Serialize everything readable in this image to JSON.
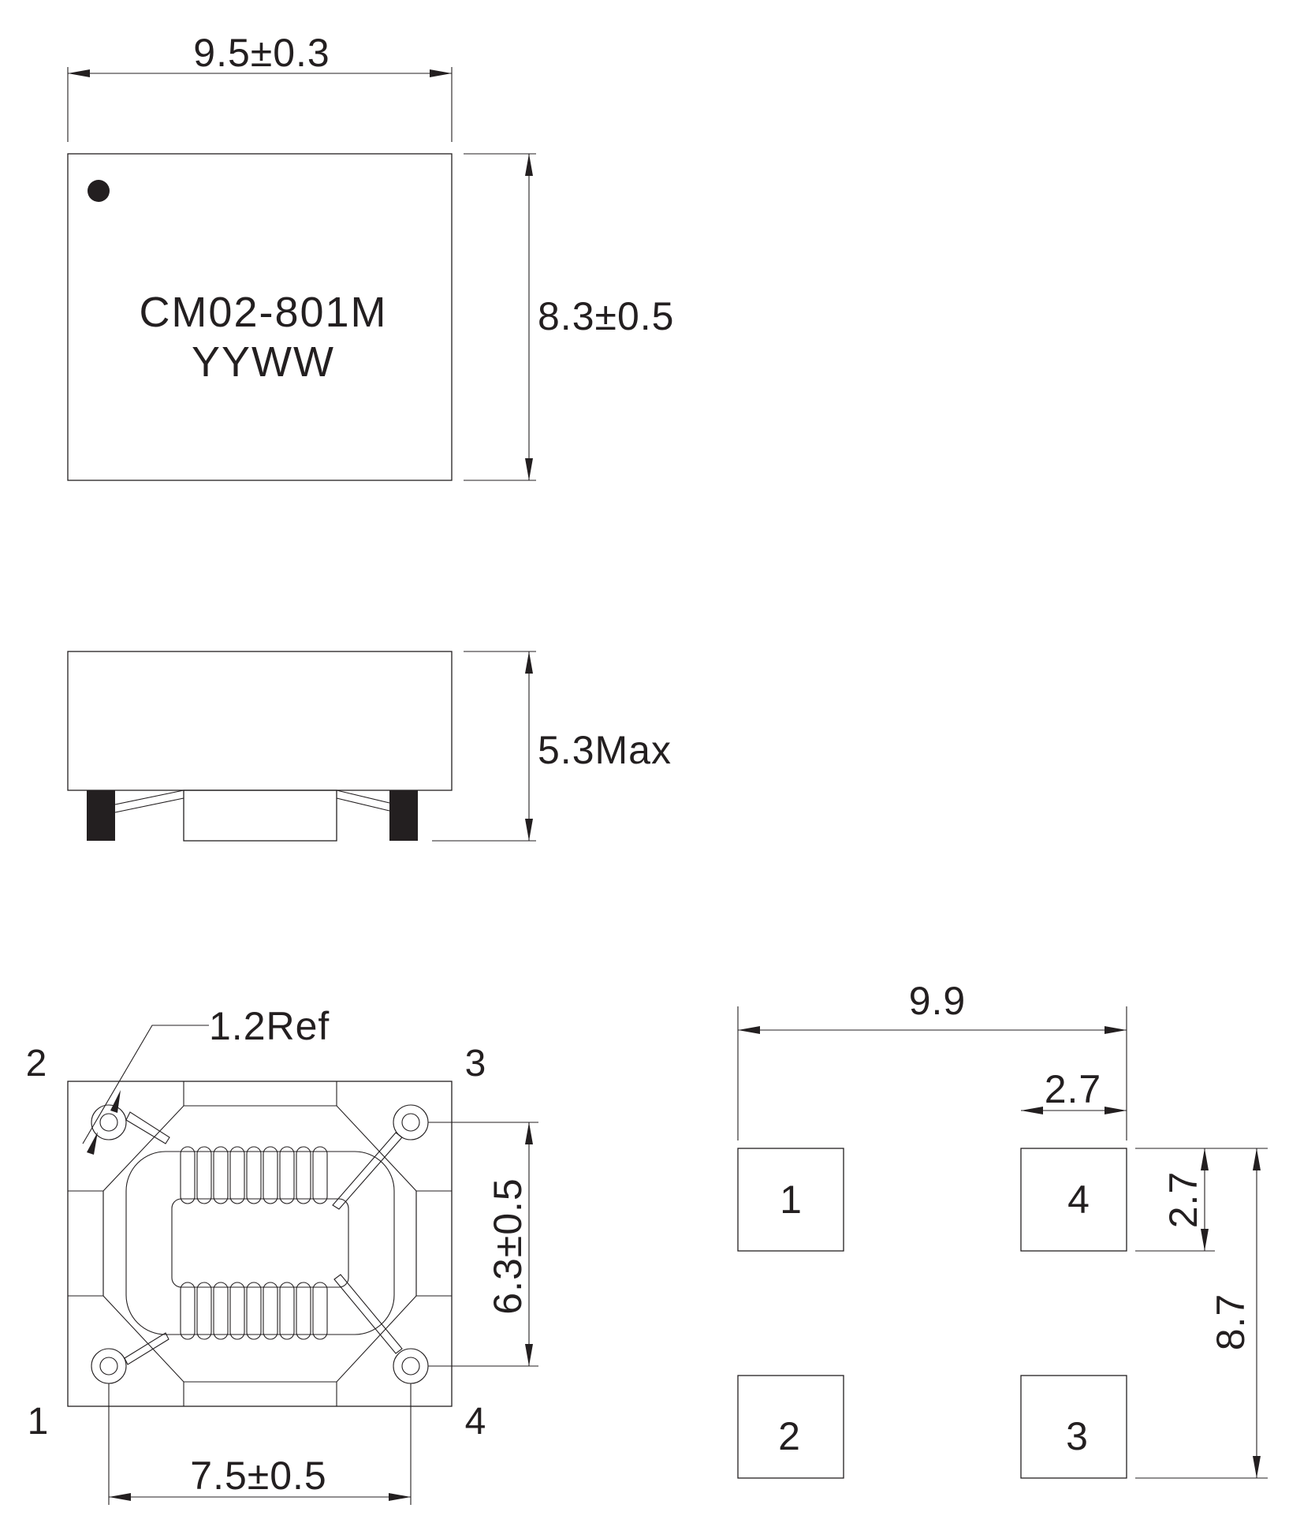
{
  "top_view": {
    "width_dim": "9.5±0.3",
    "height_dim": "8.3±0.5",
    "marking_part": "CM02-801M",
    "marking_date": "YYWW"
  },
  "side_view": {
    "height_dim": "5.3Max"
  },
  "bottom_view": {
    "ref_dim": "1.2Ref",
    "pin_pitch_vertical": "6.3±0.5",
    "pin_pitch_horizontal": "7.5±0.5",
    "pins": {
      "top_left": "2",
      "top_right": "3",
      "bottom_left": "1",
      "bottom_right": "4"
    }
  },
  "land_pattern": {
    "overall_width": "9.9",
    "pad_width": "2.7",
    "pad_height": "2.7",
    "overall_height": "8.7",
    "pads": {
      "top_left": "1",
      "top_right": "4",
      "bottom_left": "2",
      "bottom_right": "3"
    }
  },
  "colors": {
    "ink": "#231f20",
    "background": "#ffffff"
  }
}
